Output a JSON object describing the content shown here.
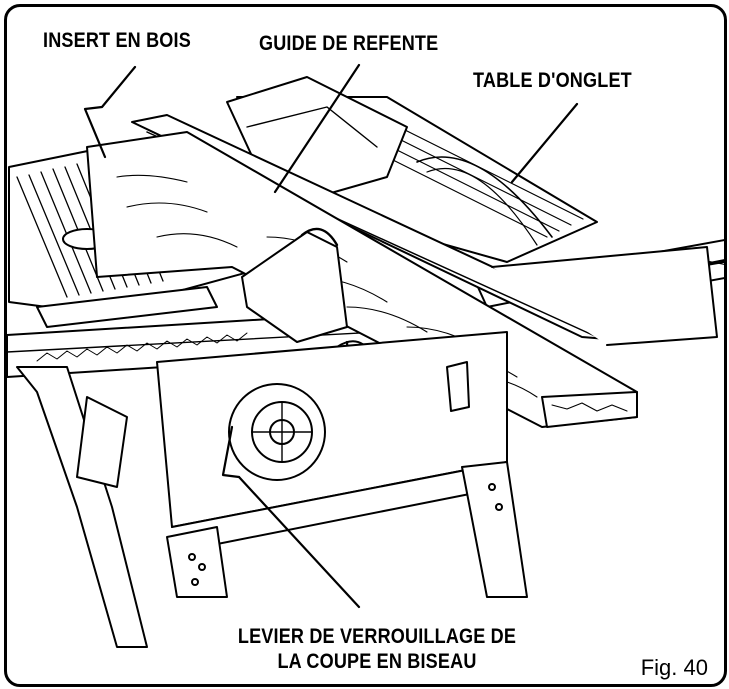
{
  "labels": {
    "insert": "INSERT EN BOIS",
    "guide": "GUIDE DE REFENTE",
    "table": "TABLE D'ONGLET",
    "lever_line1": "LEVIER DE VERROUILLAGE DE",
    "lever_line2": "LA COUPE EN BISEAU"
  },
  "figure": "Fig. 40",
  "colors": {
    "ink": "#000000",
    "paper": "#ffffff",
    "wood": "#ffffff"
  }
}
